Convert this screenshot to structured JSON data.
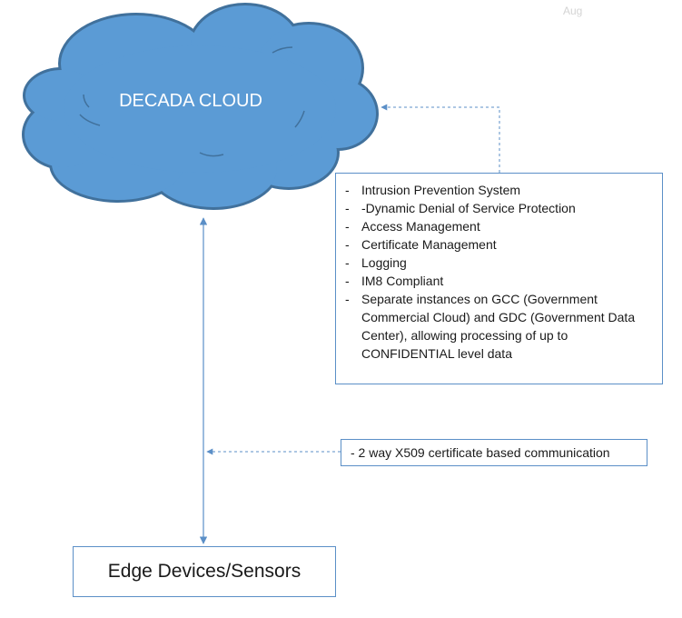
{
  "corner_label": "Aug",
  "cloud": {
    "label": "DECADA CLOUD",
    "fill": "#5b9bd5",
    "stroke": "#41719c"
  },
  "security_list": {
    "dash": "-",
    "items": [
      "Intrusion Prevention System",
      "-Dynamic Denial of Service Protection",
      "Access Management",
      "Certificate Management",
      "Logging",
      "IM8 Compliant",
      "Separate instances on GCC (Government Commercial Cloud) and GDC (Government Data Center), allowing processing of up to CONFIDENTIAL level data"
    ]
  },
  "communication_note": "- 2 way X509 certificate based communication",
  "edge_box": {
    "label": "Edge Devices/Sensors"
  },
  "connector_color": "#5b8fc7"
}
